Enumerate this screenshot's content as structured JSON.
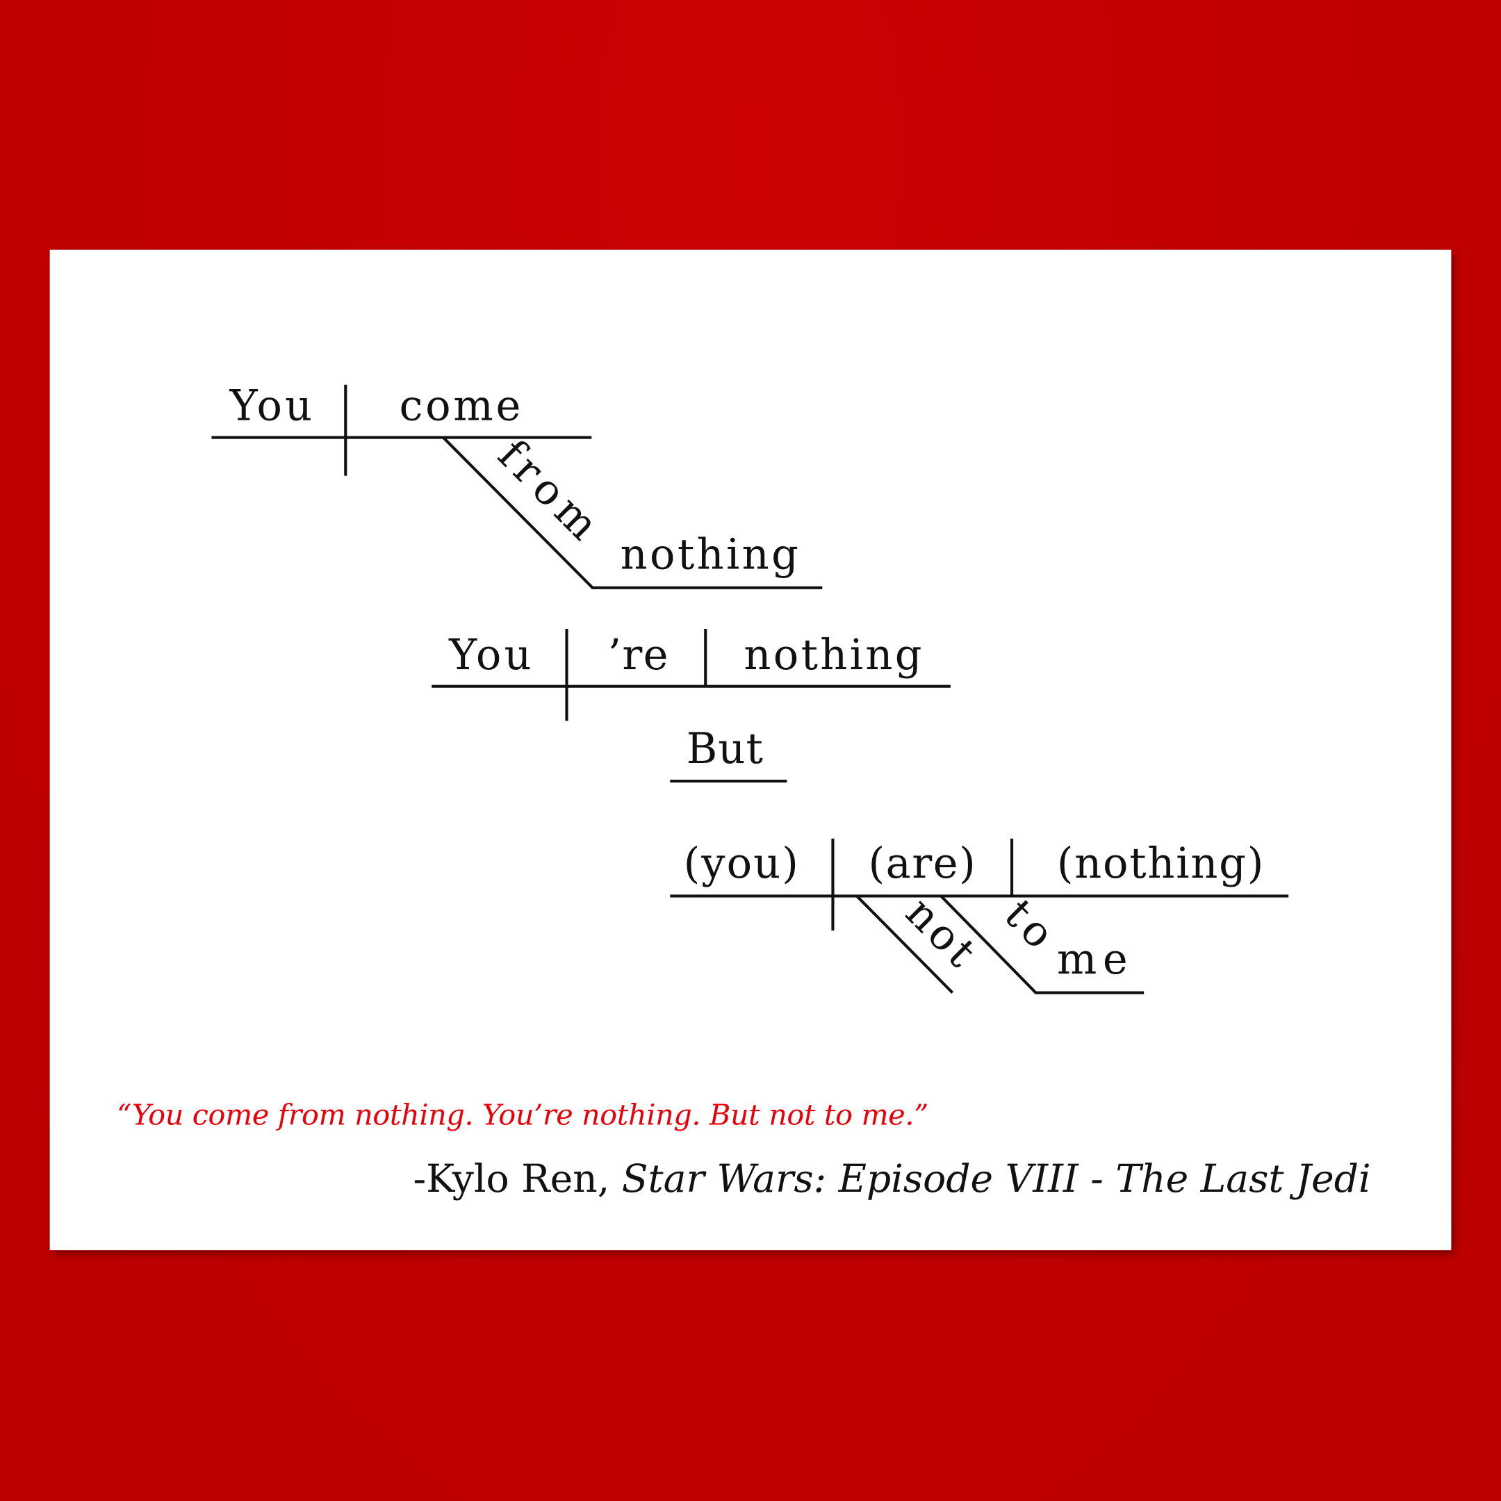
{
  "diagram": {
    "clause1": {
      "subject": "You",
      "verb": "come",
      "preposition": "from",
      "object": "nothing"
    },
    "clause2": {
      "subject": "You",
      "verb": "’re",
      "complement": "nothing"
    },
    "conjunction": "But",
    "clause3": {
      "subject": "(you)",
      "verb": "(are)",
      "complement": "(nothing)",
      "modifier": "not",
      "preposition": "to",
      "object": "me"
    }
  },
  "quote": "“You come from nothing. You’re nothing. But not to me.”",
  "attribution": {
    "speaker": "-Kylo Ren, ",
    "source": "Star Wars: Episode VIII - The Last Jedi"
  },
  "colors": {
    "background": "#c00002",
    "quote": "#e8000a",
    "card": "#ffffff"
  }
}
